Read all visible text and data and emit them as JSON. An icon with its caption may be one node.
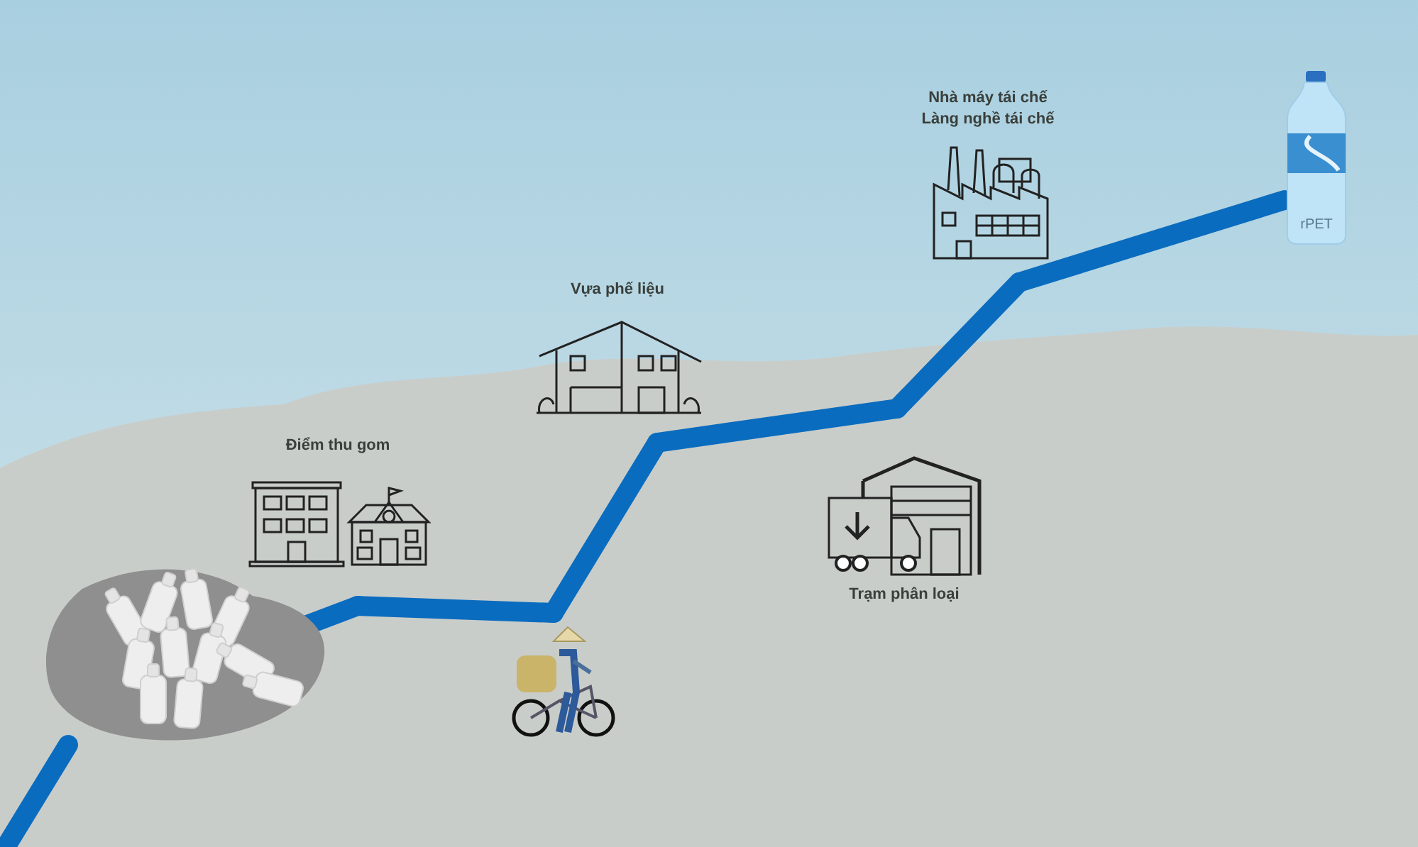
{
  "diagram": {
    "nodes": [
      {
        "text": [],
        "shape": "picture"
      },
      {
        "text": [],
        "shape": "picture"
      },
      {
        "text": [
          "Điểm thu gom"
        ]
      },
      {
        "text": [
          "Vựa phế liệu"
        ]
      },
      {
        "text": [
          "Trạm phân loại"
        ]
      },
      {
        "text": [
          "Nhà máy tái chế Làng nghề tái chế"
        ]
      },
      {
        "text": [
          "rPET"
        ]
      }
    ],
    "edges": [
      {
        "from": null,
        "to": 0,
        "arrow": "none"
      },
      {
        "from": 0,
        "to": 2,
        "arrow": "none"
      },
      {
        "from": 2,
        "to": 1,
        "arrow": "none"
      },
      {
        "from": 1,
        "to": 3,
        "arrow": "none"
      },
      {
        "from": 3,
        "to": 4,
        "arrow": "none"
      },
      {
        "from": 4,
        "to": 5,
        "arrow": "none"
      },
      {
        "from": 5,
        "to": 6,
        "arrow": "none"
      }
    ]
  }
}
